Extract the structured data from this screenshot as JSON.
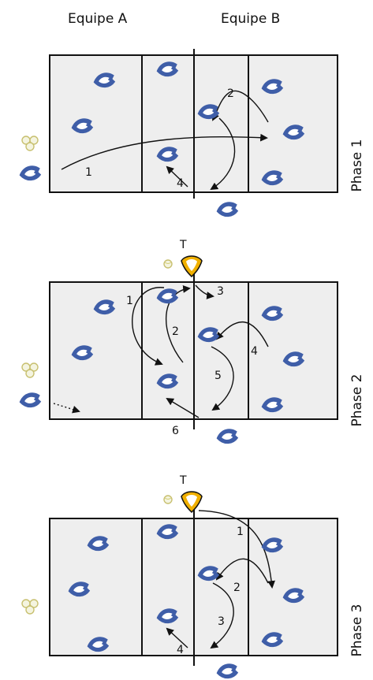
{
  "header": {
    "team_a": "Equipe A",
    "team_b": "Equipe B"
  },
  "colors": {
    "court": "#eeeeee",
    "player": "#3f5ea8",
    "setter": "#f0b000",
    "line": "#111111"
  },
  "phases": [
    {
      "label": "Phase 1",
      "setter_label": "",
      "arrows": [
        "1",
        "2",
        "4"
      ]
    },
    {
      "label": "Phase 2",
      "setter_label": "T",
      "arrows": [
        "1",
        "2",
        "3",
        "4",
        "5",
        "6"
      ]
    },
    {
      "label": "Phase 3",
      "setter_label": "T",
      "arrows": [
        "1",
        "2",
        "3",
        "4"
      ]
    }
  ]
}
